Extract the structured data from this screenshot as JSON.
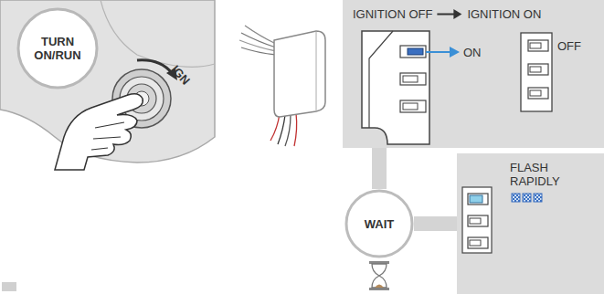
{
  "diagram": {
    "nodes": [
      {
        "text": [
          "TURN ON/RUN"
        ]
      },
      {
        "text": [
          "IGNITION OFF",
          "IGNITION ON"
        ]
      },
      {
        "text": [
          "WAIT"
        ]
      },
      {
        "text": [
          "FLASH RAPIDLY"
        ]
      }
    ],
    "edges": [
      {
        "from": 1,
        "to": 2,
        "arrow": "none"
      },
      {
        "from": 2,
        "to": 3,
        "arrow": "none"
      }
    ],
    "labels": [
      "IGN",
      "ON",
      "OFF"
    ]
  }
}
